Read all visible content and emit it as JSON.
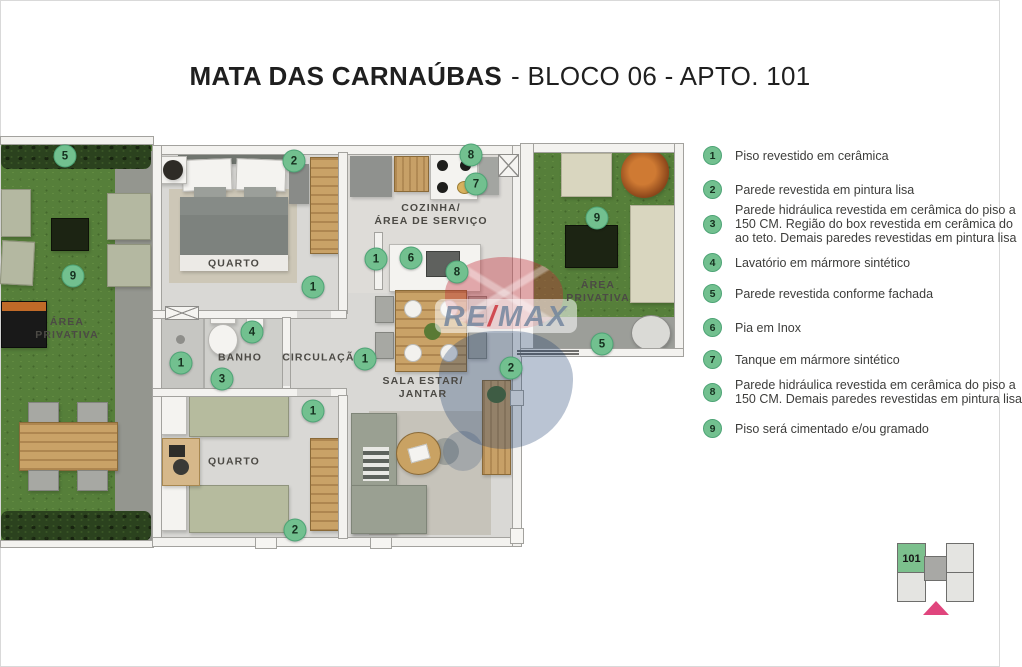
{
  "title": {
    "brand": "MATA DAS CARNAÚBAS",
    "suffix": "- BLOCO 06 - APTO. 101"
  },
  "legend": {
    "items": [
      {
        "num": "1",
        "lines": [
          "Piso revestido em cerâmica"
        ]
      },
      {
        "num": "2",
        "lines": [
          "Parede revestida em pintura lisa"
        ]
      },
      {
        "num": "3",
        "lines": [
          "Parede hidráulica revestida em cerâmica do piso a",
          "150 CM. Região do box revestida em cerâmica do",
          "ao teto. Demais paredes revestidas em pintura lisa"
        ]
      },
      {
        "num": "4",
        "lines": [
          "Lavatório em mármore sintético"
        ]
      },
      {
        "num": "5",
        "lines": [
          "Parede revestida conforme fachada"
        ]
      },
      {
        "num": "6",
        "lines": [
          "Pia em Inox"
        ]
      },
      {
        "num": "7",
        "lines": [
          "Tanque em mármore sintético"
        ]
      },
      {
        "num": "8",
        "lines": [
          "Parede hidráulica revestida em cerâmica do piso a",
          "150 CM. Demais paredes revestidas em pintura lisa"
        ]
      },
      {
        "num": "9",
        "lines": [
          "Piso será cimentado e/ou gramado"
        ]
      }
    ]
  },
  "plan": {
    "rooms": {
      "area_privativa_left": {
        "l1": "ÁREA",
        "l2": "PRIVATIVA"
      },
      "quarto_top": {
        "l1": "QUARTO"
      },
      "cozinha": {
        "l1": "COZINHA/",
        "l2": "ÁREA DE SERVIÇO"
      },
      "banho": {
        "l1": "BANHO"
      },
      "circulacao": {
        "l1": "CIRCULAÇÃO"
      },
      "sala": {
        "l1": "SALA ESTAR/",
        "l2": "JANTAR"
      },
      "quarto_bottom": {
        "l1": "QUARTO"
      },
      "area_privativa_right": {
        "l1": "ÁREA",
        "l2": "PRIVATIVA"
      }
    },
    "badges": [
      {
        "n": "5"
      },
      {
        "n": "9"
      },
      {
        "n": "2"
      },
      {
        "n": "1"
      },
      {
        "n": "8"
      },
      {
        "n": "7"
      },
      {
        "n": "1"
      },
      {
        "n": "6"
      },
      {
        "n": "8"
      },
      {
        "n": "4"
      },
      {
        "n": "1"
      },
      {
        "n": "3"
      },
      {
        "n": "1"
      },
      {
        "n": "9"
      },
      {
        "n": "5"
      },
      {
        "n": "2"
      },
      {
        "n": "1"
      },
      {
        "n": "2"
      }
    ]
  },
  "watermark": {
    "re": "RE",
    "slash": "/",
    "max": "MAX"
  },
  "minimap": {
    "unit": "101"
  },
  "colors": {
    "badge_green": "#72c08f",
    "minimap_green": "#7cc08d",
    "minimap_triangle": "#e0457d",
    "remax_red": "#c22e38",
    "remax_blue": "#1c3a6c",
    "grass_green": "#567f3a"
  }
}
